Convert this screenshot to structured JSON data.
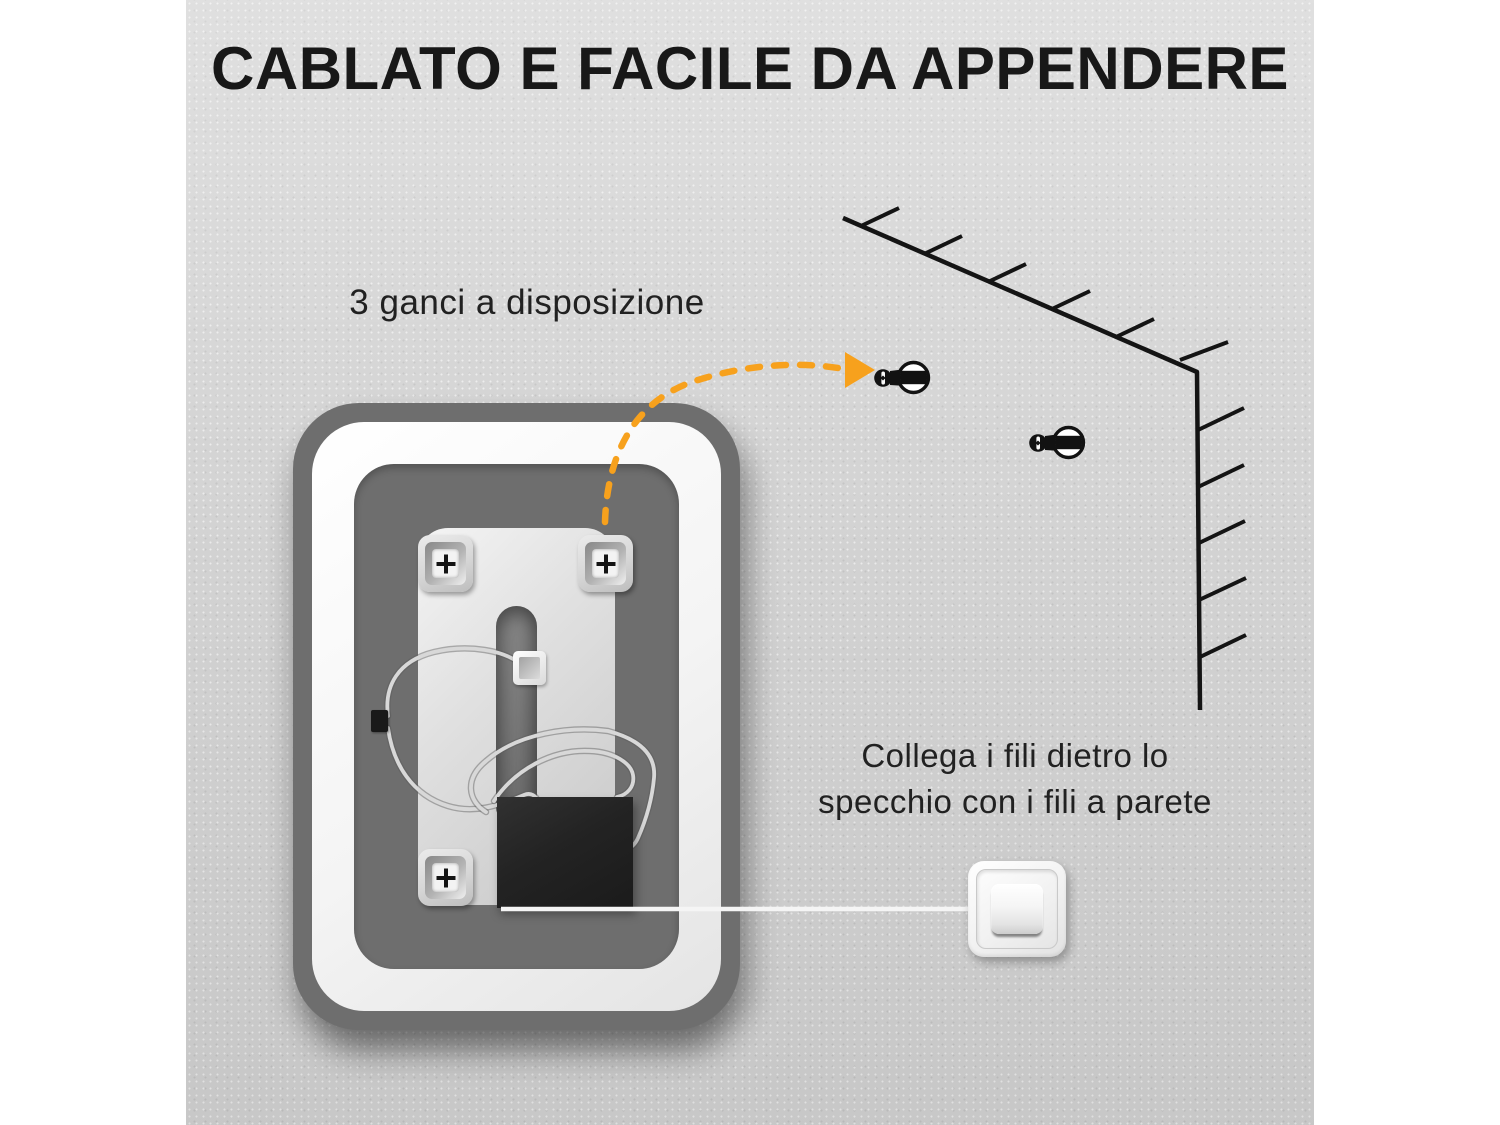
{
  "title": "CABLATO E FACILE DA APPENDERE",
  "labels": {
    "hooks": "3 ganci a disposizione",
    "wiring_line1": "Collega i fili dietro lo",
    "wiring_line2": "specchio con i fili a parete"
  },
  "colors": {
    "accent": "#F7A11D",
    "wall": "#d2d2d2",
    "ink": "#181818",
    "mirror-dark": "#6e6e6e",
    "mirror-white": "#f4f4f4",
    "mirror-frame": "#e0e0e0",
    "mirror-panel": "#7a7a7a",
    "wire": "#d8d8d8",
    "line": "#141414",
    "box": "#232323",
    "cord": "#f5f5f5"
  },
  "icons": {
    "hook_plate": "cross-mount-plate",
    "arrow": "orange-dashed-arc-arrow",
    "screw_anchor": "screw-and-wall-anchor",
    "wall_corner": "hatched-wall-corner-lines",
    "switch": "rocker-light-switch"
  }
}
